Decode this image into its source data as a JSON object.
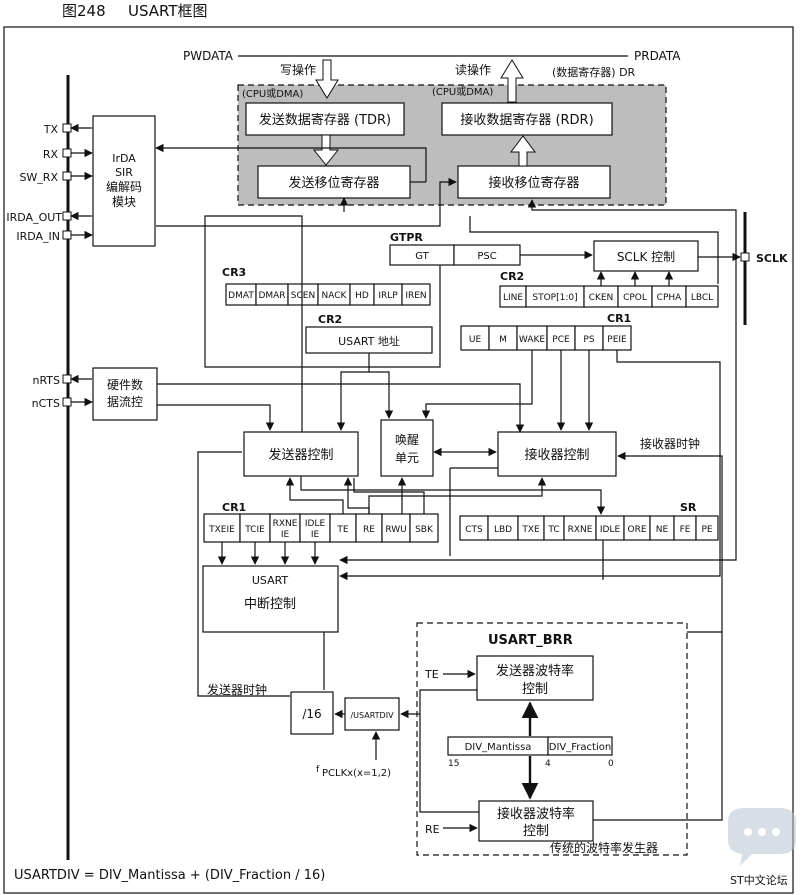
{
  "caption": {
    "figure_no": "图248",
    "title": "USART框图"
  },
  "bus": {
    "pwdata": "PWDATA",
    "prdata": "PRDATA",
    "write_op": "写操作",
    "read_op": "读操作",
    "data_reg": "(数据寄存器) DR",
    "cpu_dma": "(CPU或DMA)"
  },
  "registers": {
    "tdr": "发送数据寄存器 (TDR)",
    "rdr": "接收数据寄存器 (RDR)",
    "tx_shift": "发送移位寄存器",
    "rx_shift": "接收移位寄存器"
  },
  "pins": {
    "tx": "TX",
    "rx": "RX",
    "sw_rx": "SW_RX",
    "irda_out": "IRDA_OUT",
    "irda_in": "IRDA_IN",
    "nrts": "nRTS",
    "ncts": "nCTS",
    "sclk": "SCLK"
  },
  "blocks": {
    "irda": [
      "IrDA",
      "SIR",
      "编解码",
      "模块"
    ],
    "hw_flow": [
      "硬件数",
      "据流控"
    ],
    "sclk_ctrl": "SCLK 控制",
    "usart_addr": "USART 地址",
    "tx_ctrl": "发送器控制",
    "wakeup": [
      "唤醒",
      "单元"
    ],
    "rx_ctrl": "接收器控制",
    "rx_clock": "接收器时钟",
    "interrupt": [
      "USART",
      "中断控制"
    ],
    "tx_clock": "发送器时钟",
    "div16": "/16",
    "usartdiv": "/USARTDIV",
    "pclk": "PCLKx(x=1,2)",
    "pclk_f": "f"
  },
  "gtpr": {
    "label": "GTPR",
    "fields": [
      "GT",
      "PSC"
    ]
  },
  "cr3": {
    "label": "CR3",
    "fields": [
      "DMAT",
      "DMAR",
      "SCEN",
      "NACK",
      "HD",
      "IRLP",
      "IREN"
    ]
  },
  "cr2_addr_label": "CR2",
  "cr2": {
    "label": "CR2",
    "fields": [
      "LINE",
      "STOP[1:0]",
      "CKEN",
      "CPOL",
      "CPHA",
      "LBCL"
    ]
  },
  "cr1_top": {
    "label": "CR1",
    "fields": [
      "UE",
      "M",
      "WAKE",
      "PCE",
      "PS",
      "PEIE"
    ]
  },
  "cr1_bot": {
    "label": "CR1",
    "fields": [
      [
        "TXEIE"
      ],
      [
        "TCIE"
      ],
      [
        "RXNE",
        "IE"
      ],
      [
        "IDLE",
        "IE"
      ],
      [
        "TE"
      ],
      [
        "RE"
      ],
      [
        "RWU"
      ],
      [
        "SBK"
      ]
    ]
  },
  "sr": {
    "label": "SR",
    "fields": [
      "CTS",
      "LBD",
      "TXE",
      "TC",
      "RXNE",
      "IDLE",
      "ORE",
      "NE",
      "FE",
      "PE"
    ]
  },
  "brr": {
    "title": "USART_BRR",
    "te": "TE",
    "re": "RE",
    "tx_rate": [
      "发送器波特率",
      "控制"
    ],
    "rx_rate": [
      "接收器波特率",
      "控制"
    ],
    "mantissa": "DIV_Mantissa",
    "fraction": "DIV_Fraction",
    "bit15": "15",
    "bit4": "4",
    "bit0": "0",
    "footer": "传统的波特率发生器"
  },
  "formula": "USARTDIV = DIV_Mantissa + (DIV_Fraction / 16)",
  "watermark": "ST中文论坛"
}
